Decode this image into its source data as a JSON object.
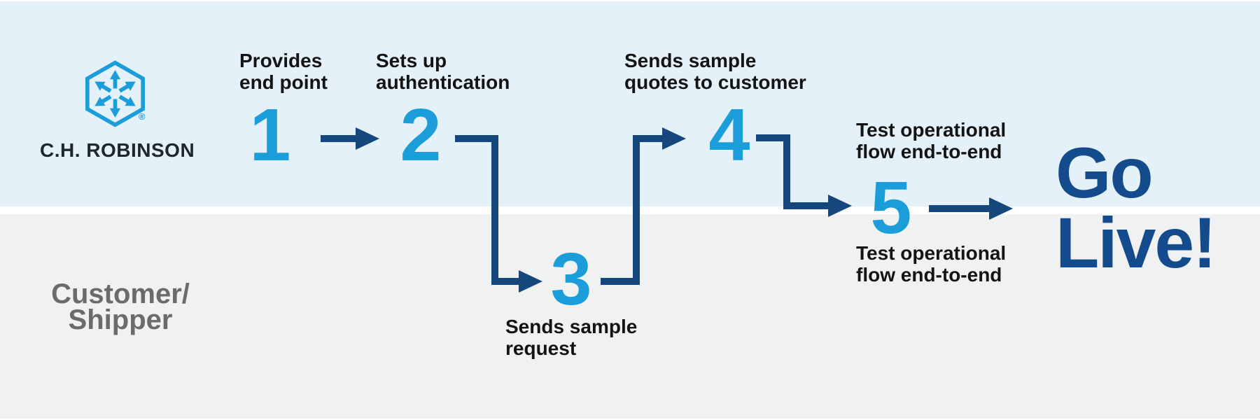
{
  "colors": {
    "lane-top": "#E4F1F9",
    "lane-bottom": "#F0F1F1",
    "divider": "#FFFFFF",
    "step-number": "#1B9DD9",
    "arrow": "#16477C",
    "golive": "#144B8C",
    "label": "#141414",
    "customer": "#6B6B6B",
    "logo-blue": "#1B9DD9",
    "logo-text": "#1E262E"
  },
  "logo": {
    "wordmark": "C.H. ROBINSON",
    "registered_mark": "®",
    "icon": "hexagon-cube-arrows-icon"
  },
  "customer_label": {
    "line1": "Customer/",
    "line2": "Shipper"
  },
  "steps": [
    {
      "number": "1",
      "label": [
        "Provides",
        "end point"
      ]
    },
    {
      "number": "2",
      "label": [
        "Sets up",
        "authentication"
      ]
    },
    {
      "number": "3",
      "label": [
        "Sends sample",
        "request"
      ]
    },
    {
      "number": "4",
      "label": [
        "Sends sample",
        "quotes to customer"
      ]
    },
    {
      "number": "5",
      "label_above": [
        "Test operational",
        "flow end-to-end"
      ],
      "label_below": [
        "Test operational",
        "flow end-to-end"
      ]
    }
  ],
  "outcome": {
    "line1": "Go",
    "line2": "Live!"
  }
}
